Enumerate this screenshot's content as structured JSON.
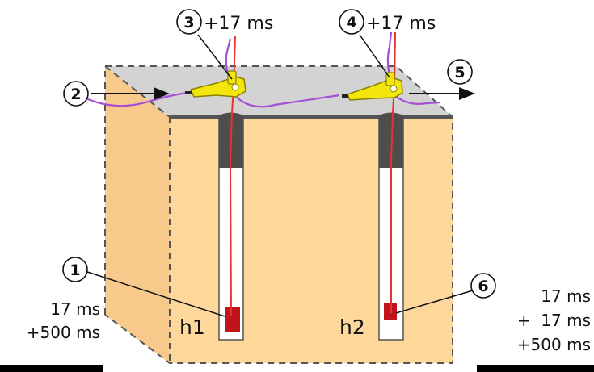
{
  "callouts": {
    "c1": "1",
    "c2": "2",
    "c3": "3",
    "c4": "4",
    "c5": "5",
    "c6": "6"
  },
  "delays": {
    "surface_3": "+17 ms",
    "surface_4": "+17 ms"
  },
  "holes": {
    "h1": "h1",
    "h2": "h2"
  },
  "left_timing": {
    "line1": "17 ms",
    "line2": "+500 ms"
  },
  "right_timing": {
    "line1": "17 ms",
    "line2": "+  17 ms",
    "line3": "+500 ms"
  },
  "colors": {
    "block_front": "#fed89b",
    "block_side": "#f7c98a",
    "block_top": "#d3d3d3",
    "stemming": "#4d4d4d",
    "det_wire": "#e8322d",
    "shock_tube": "#a64fd6",
    "connector": "#f2e60d",
    "charge": "#c0141a"
  }
}
